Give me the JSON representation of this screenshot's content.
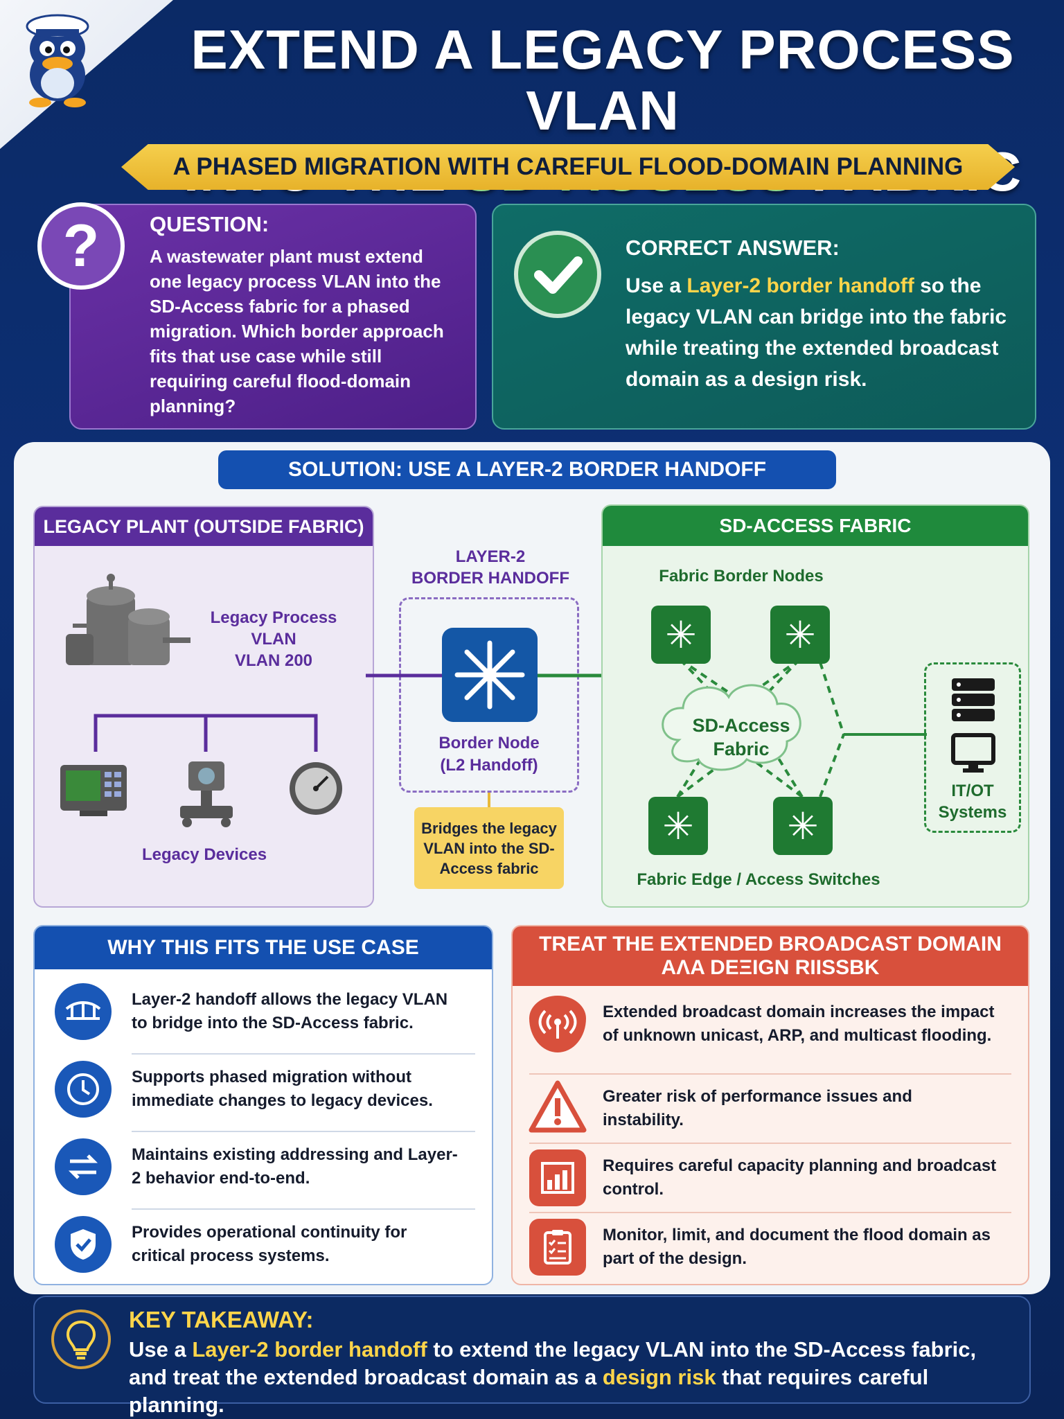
{
  "header": {
    "title_line1": "EXTEND A LEGACY PROCESS VLAN",
    "title_line2_prefix": "INTO THE",
    "title_line2_highlight": "SD-ACCESS",
    "title_line2_suffix": "FABRIC",
    "subtitle": "A PHASED MIGRATION WITH CAREFUL FLOOD-DOMAIN PLANNING"
  },
  "question": {
    "heading": "QUESTION:",
    "text": "A wastewater plant must extend one legacy process VLAN into the SD-Access fabric for a phased migration. Which border approach fits that use case while still requiring careful flood-domain planning?"
  },
  "answer": {
    "heading": "CORRECT ANSWER:",
    "pre": "Use a",
    "highlight": "Layer-2 border handoff",
    "post": "so the legacy VLAN can bridge into the fabric while treating the extended broadcast domain as a design risk."
  },
  "solution": {
    "label": "SOLUTION: USE A LAYER-2 BORDER HANDOFF"
  },
  "legacy_plant": {
    "heading": "LEGACY PLANT (OUTSIDE FABRIC)",
    "vlan_line1": "Legacy Process VLAN",
    "vlan_line2": "VLAN 200",
    "devices_label": "Legacy Devices"
  },
  "handoff": {
    "title_line1": "LAYER-2",
    "title_line2": "BORDER HANDOFF",
    "node_line1": "Border Node",
    "node_line2": "(L2 Handoff)",
    "note": "Bridges the legacy VLAN into the SD-Access fabric"
  },
  "fabric": {
    "heading": "SD-ACCESS FABRIC",
    "border_nodes_label": "Fabric Border Nodes",
    "cloud_line1": "SD-Access",
    "cloud_line2": "Fabric",
    "edge_label": "Fabric Edge / Access Switches",
    "systems_line1": "IT/OT",
    "systems_line2": "Systems"
  },
  "why": {
    "heading": "WHY THIS FITS THE USE CASE",
    "items": [
      {
        "icon": "bridge-icon",
        "text": "Layer-2 handoff allows the legacy VLAN to bridge into the SD-Access fabric."
      },
      {
        "icon": "clock-icon",
        "text": "Supports phased migration without immediate changes to legacy devices."
      },
      {
        "icon": "swap-arrows-icon",
        "text": "Maintains existing addressing and Layer-2 behavior end-to-end."
      },
      {
        "icon": "shield-check-icon",
        "text": "Provides operational continuity for critical process systems."
      }
    ]
  },
  "risk": {
    "heading_line1": "TREAT THE EXTENDED BROADCAST DOMAIN",
    "heading_line2": "AΛA DEΞIGN RIISSBK",
    "items": [
      {
        "icon": "broadcast-icon",
        "text": "Extended broadcast domain increases the impact of unknown unicast, ARP, and multicast flooding."
      },
      {
        "icon": "warning-icon",
        "text": "Greater risk of performance issues and instability."
      },
      {
        "icon": "capacity-chart-icon",
        "text": "Requires careful capacity planning and broadcast control."
      },
      {
        "icon": "clipboard-checklist-icon",
        "text": "Monitor, limit, and document the flood domain as part of the design."
      }
    ]
  },
  "takeaway": {
    "heading": "KEY TAKEAWAY:",
    "p1": "Use a",
    "h1": "Layer-2 border handoff",
    "p2": "to extend the legacy VLAN into the SD-Access fabric, and treat the extended broadcast domain as a",
    "h2": "design risk",
    "p3": "that requires careful planning."
  },
  "colors": {
    "navy": "#0b2a66",
    "purple": "#5a2d9c",
    "teal": "#0f6c67",
    "green": "#1f8a3c",
    "blue": "#1450b0",
    "red": "#d8503c",
    "gold": "#ffd54a"
  }
}
